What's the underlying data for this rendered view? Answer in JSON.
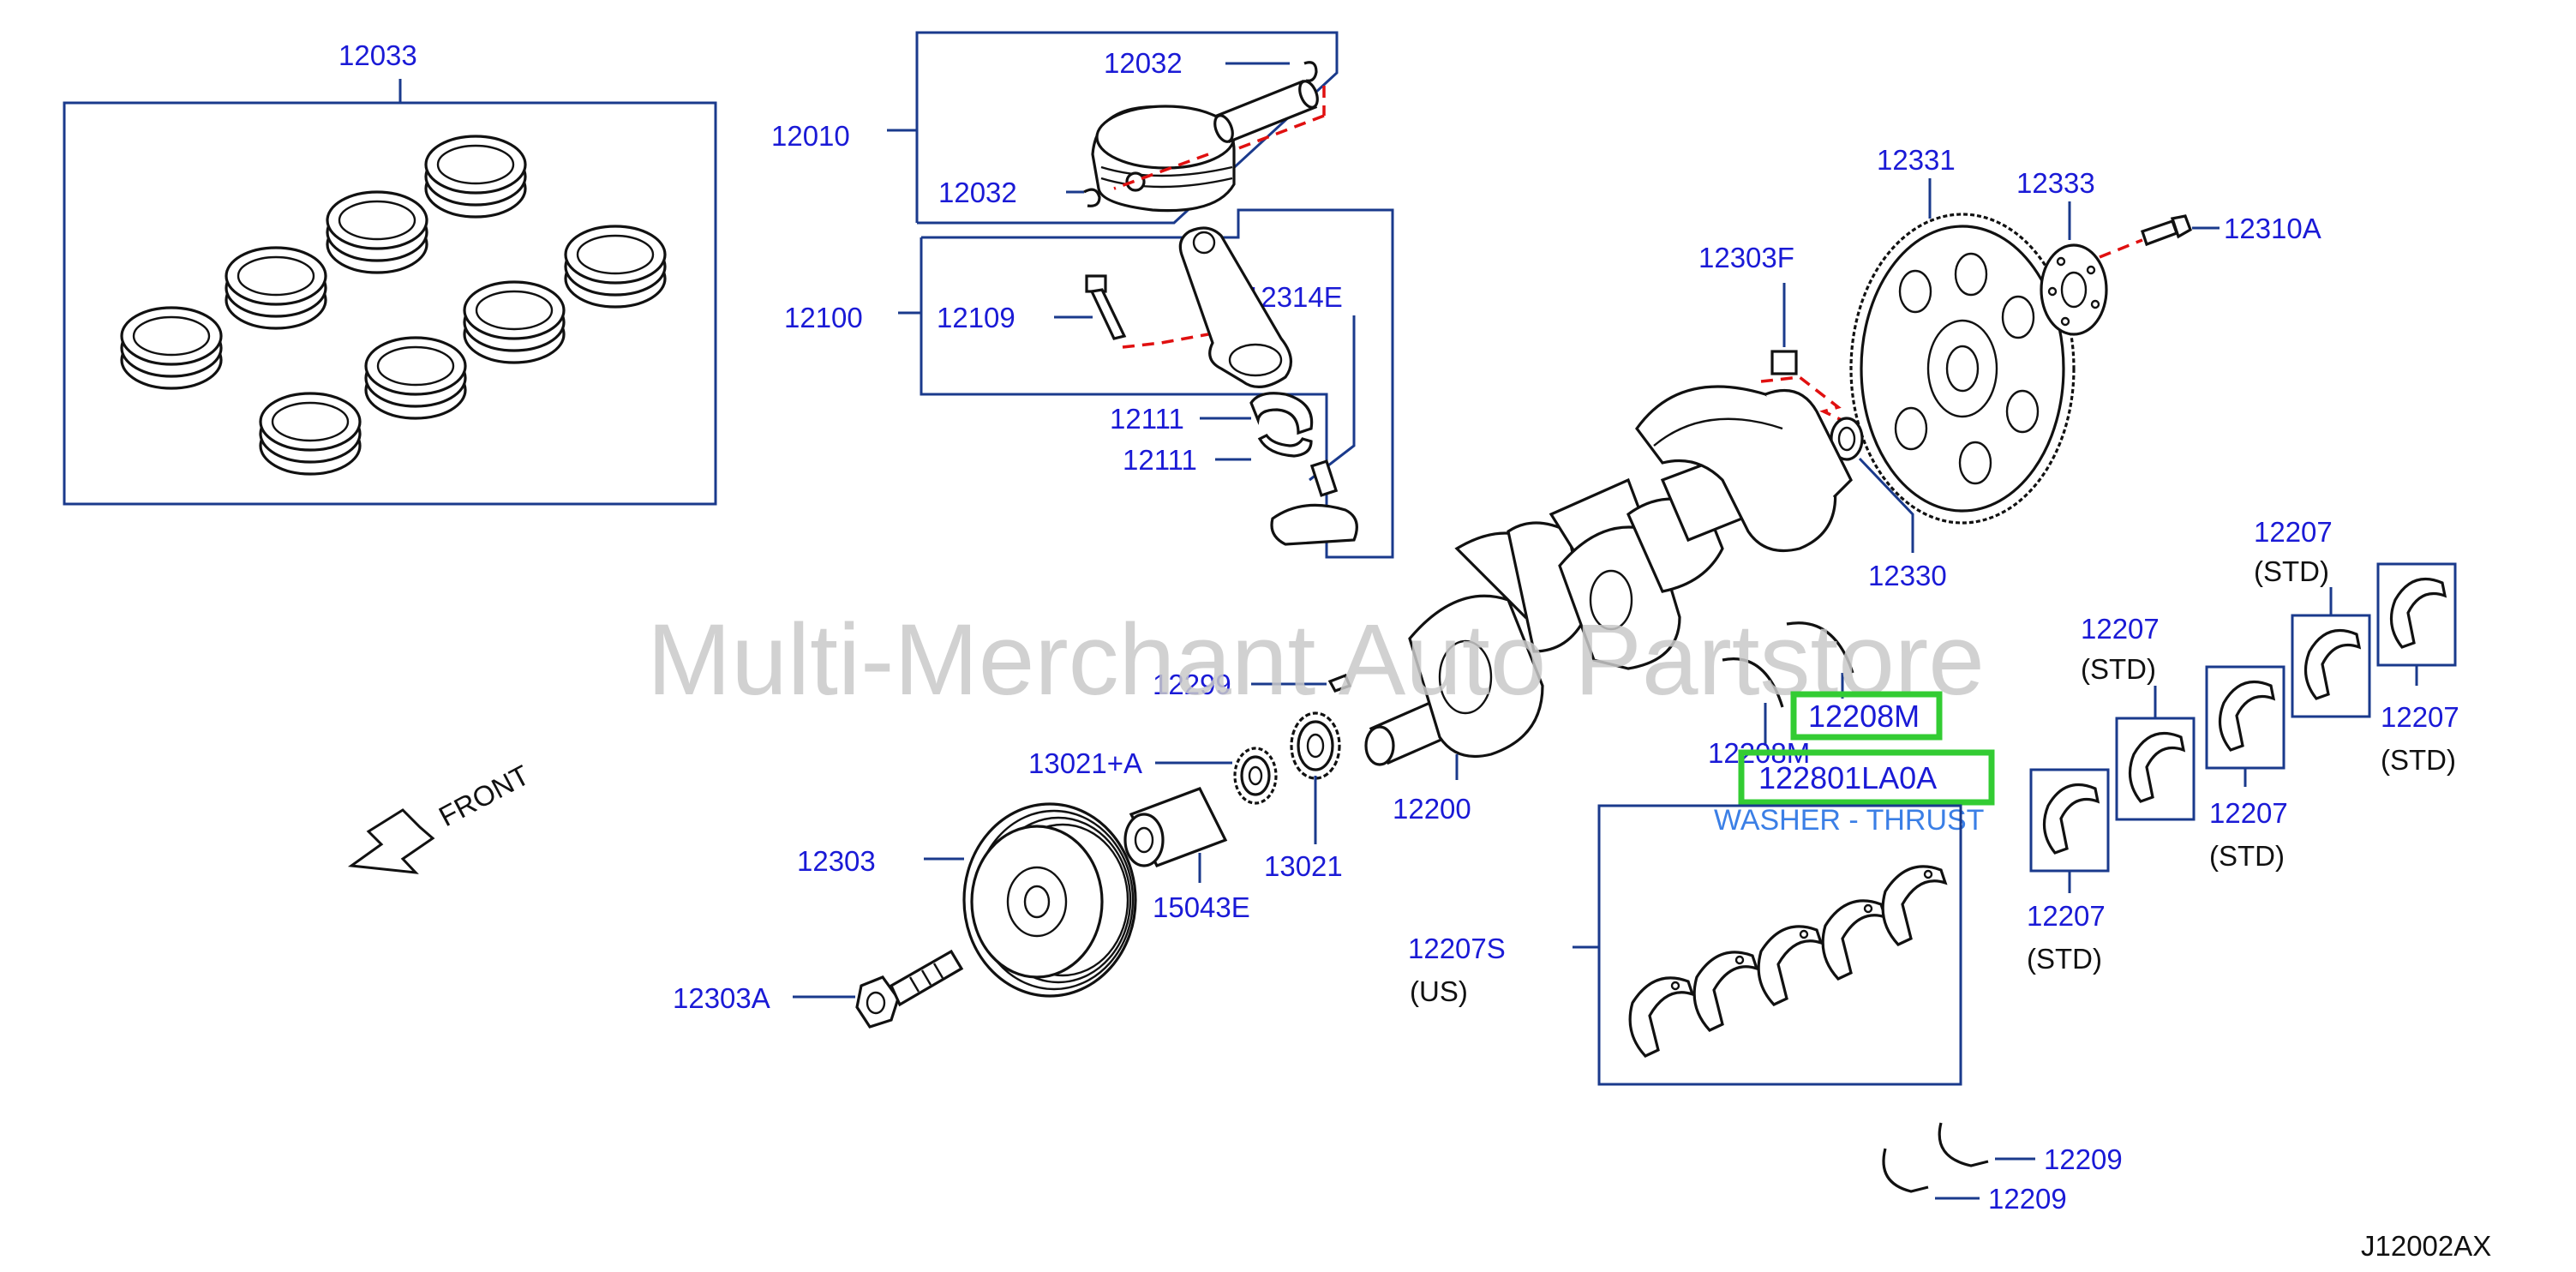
{
  "watermark": "Multi-Merchant Auto Partstore",
  "diagram_code": "J12002AX",
  "front_label": "FRONT",
  "colors": {
    "label": "#1a1ad6",
    "leader": "#1a3a8c",
    "highlight": "#33cc33",
    "dash": "#e01010",
    "watermark": "#c9c9c9"
  },
  "labels": {
    "p12033": "12033",
    "p12010": "12010",
    "p12032_top": "12032",
    "p12032_bot": "12032",
    "p12100": "12100",
    "p12109": "12109",
    "p12314e": "12314E",
    "p12111_a": "12111",
    "p12111_b": "12111",
    "p12303f": "12303F",
    "p12331": "12331",
    "p12333": "12333",
    "p12310a": "12310A",
    "p12330": "12330",
    "p12299": "12299",
    "p13021a": "13021+A",
    "p13021": "13021",
    "p12200": "12200",
    "p12303": "12303",
    "p15043e": "15043E",
    "p12303a": "12303A",
    "p12208m_low": "12208M",
    "p12207s": "12207S",
    "p12207s_us": "(US)",
    "p12209_a": "12209",
    "p12209_b": "12209",
    "bearings": [
      {
        "num": "12207",
        "std": "(STD)"
      },
      {
        "num": "12207",
        "std": "(STD)"
      },
      {
        "num": "12207",
        "std": "(STD)"
      },
      {
        "num": "12207",
        "std": "(STD)"
      },
      {
        "num": "12207",
        "std": "(STD)"
      }
    ]
  },
  "highlight": {
    "part_a": "12208M",
    "part_b": "122801LA0A",
    "description": "WASHER - THRUST"
  }
}
